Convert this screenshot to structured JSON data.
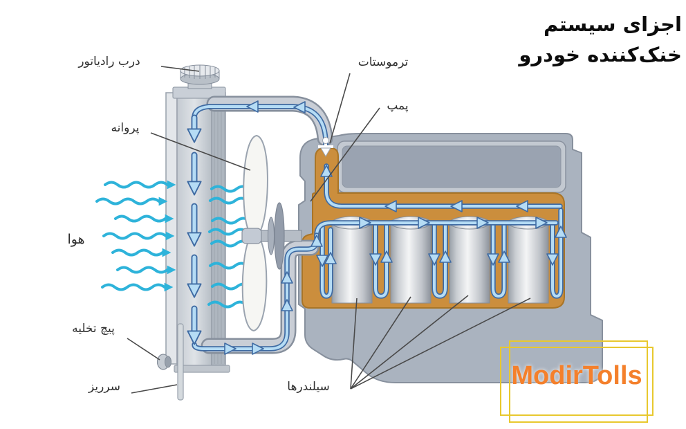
{
  "title": {
    "line1": "اجزای سیستم",
    "line2": "خنک‌کننده خودرو"
  },
  "labels": {
    "radiator_cap": "درب رادیاتور",
    "fan": "پروانه",
    "thermostat": "ترموستات",
    "pump": "پمپ",
    "air": "هوا",
    "drain_plug": "پیچ تخلیه",
    "overflow": "سرریز",
    "cylinders": "سیلندرها"
  },
  "watermark": {
    "text": "ModirTolls"
  },
  "colors": {
    "coolant_arrow_fill": "#b5dcf5",
    "coolant_arrow_stroke": "#3f6ba3",
    "air_arrow": "#2eb3da",
    "engine_body": "#aab3bf",
    "coolant_jacket": "#cb8e3d",
    "cylinder_metal": "#d7dade",
    "watermark_text": "#f4802c",
    "watermark_frame": "#e8c82e"
  }
}
